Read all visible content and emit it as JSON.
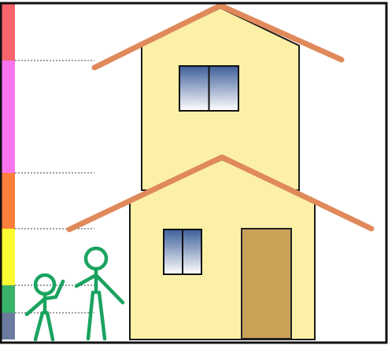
{
  "colors": {
    "background": "#ffffff",
    "frame": "#111111",
    "house_wall": "#fbf0a6",
    "house_outline": "#1a1a1a",
    "roof": "#e0895a",
    "window_top": "#3e5f9a",
    "window_bottom": "#ffffff",
    "window_frame": "#111111",
    "door": "#c9a257",
    "door_outline": "#222222",
    "figures": "#1aa35f",
    "dotted_line": "#666666"
  },
  "height_scale": {
    "bands": [
      {
        "name": "band-red",
        "color": "#f7646c"
      },
      {
        "name": "band-pink",
        "color": "#fb74ef"
      },
      {
        "name": "band-orange",
        "color": "#fb7e3a"
      },
      {
        "name": "band-yellow",
        "color": "#fbfb32"
      },
      {
        "name": "band-green",
        "color": "#3ab36a"
      },
      {
        "name": "band-slate",
        "color": "#6b7a9e"
      }
    ]
  },
  "icons": {
    "house": "two-story-house-icon",
    "adult": "adult-stick-figure-icon",
    "child": "child-stick-figure-icon"
  }
}
